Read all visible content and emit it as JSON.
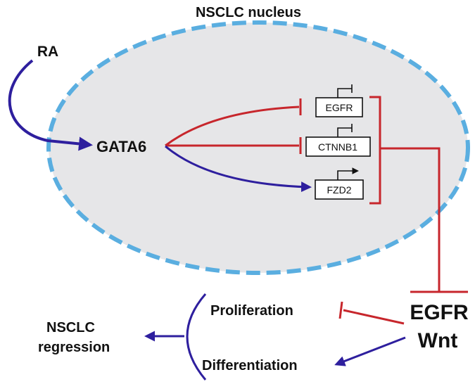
{
  "title": "NSCLC nucleus",
  "nodes": {
    "ra": "RA",
    "gata6": "GATA6",
    "egfr_gene": "EGFR",
    "ctnnb1_gene": "CTNNB1",
    "fzd2_gene": "FZD2",
    "egfr_pathway": "EGFR",
    "wnt_pathway": "Wnt",
    "proliferation": "Proliferation",
    "differentiation": "Differentiation",
    "outcome_line1": "NSCLC",
    "outcome_line2": "regression"
  },
  "colors": {
    "activation": "#2e1f9e",
    "inhibition": "#c7262c",
    "membrane": "#5aaee0",
    "nucleus_fill": "#e6e6e8",
    "text": "#111111"
  }
}
